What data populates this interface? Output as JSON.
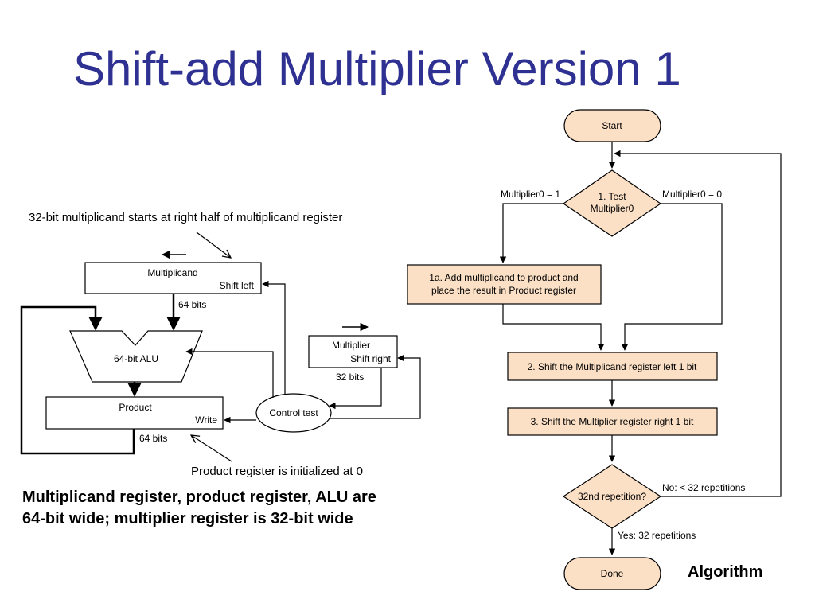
{
  "title": "Shift-add Multiplier Version 1",
  "colors": {
    "title": "#2e3192",
    "flow_box": "#fbe0c6",
    "flow_stroke": "#000000"
  },
  "hardware": {
    "multiplicand_note": "32-bit multiplicand starts at right half of multiplicand register",
    "multiplicand_label": "Multiplicand",
    "multiplicand_action": "Shift left",
    "multiplicand_width": "64 bits",
    "alu_label": "64-bit ALU",
    "product_label": "Product",
    "product_action": "Write",
    "product_width": "64 bits",
    "product_note": "Product register is initialized at 0",
    "multiplier_label": "Multiplier",
    "multiplier_action": "Shift right",
    "multiplier_width": "32 bits",
    "control_label": "Control test"
  },
  "summary": {
    "line1": "Multiplicand register, product register, ALU are",
    "line2": "64-bit wide; multiplier register is 32-bit wide"
  },
  "flowchart": {
    "start": "Start",
    "test_line1": "1. Test",
    "test_line2": "Multiplier0",
    "branch_one": "Multiplier0 = 1",
    "branch_zero": "Multiplier0 = 0",
    "step1a_line1": "1a. Add multiplicand to product and",
    "step1a_line2": "place the result in Product register",
    "step2": "2. Shift the Multiplicand register left 1 bit",
    "step3": "3. Shift the Multiplier register right 1 bit",
    "repeat_question": "32nd repetition?",
    "no_label": "No:  < 32 repetitions",
    "yes_label": "Yes:  32 repetitions",
    "done": "Done",
    "caption": "Algorithm"
  }
}
